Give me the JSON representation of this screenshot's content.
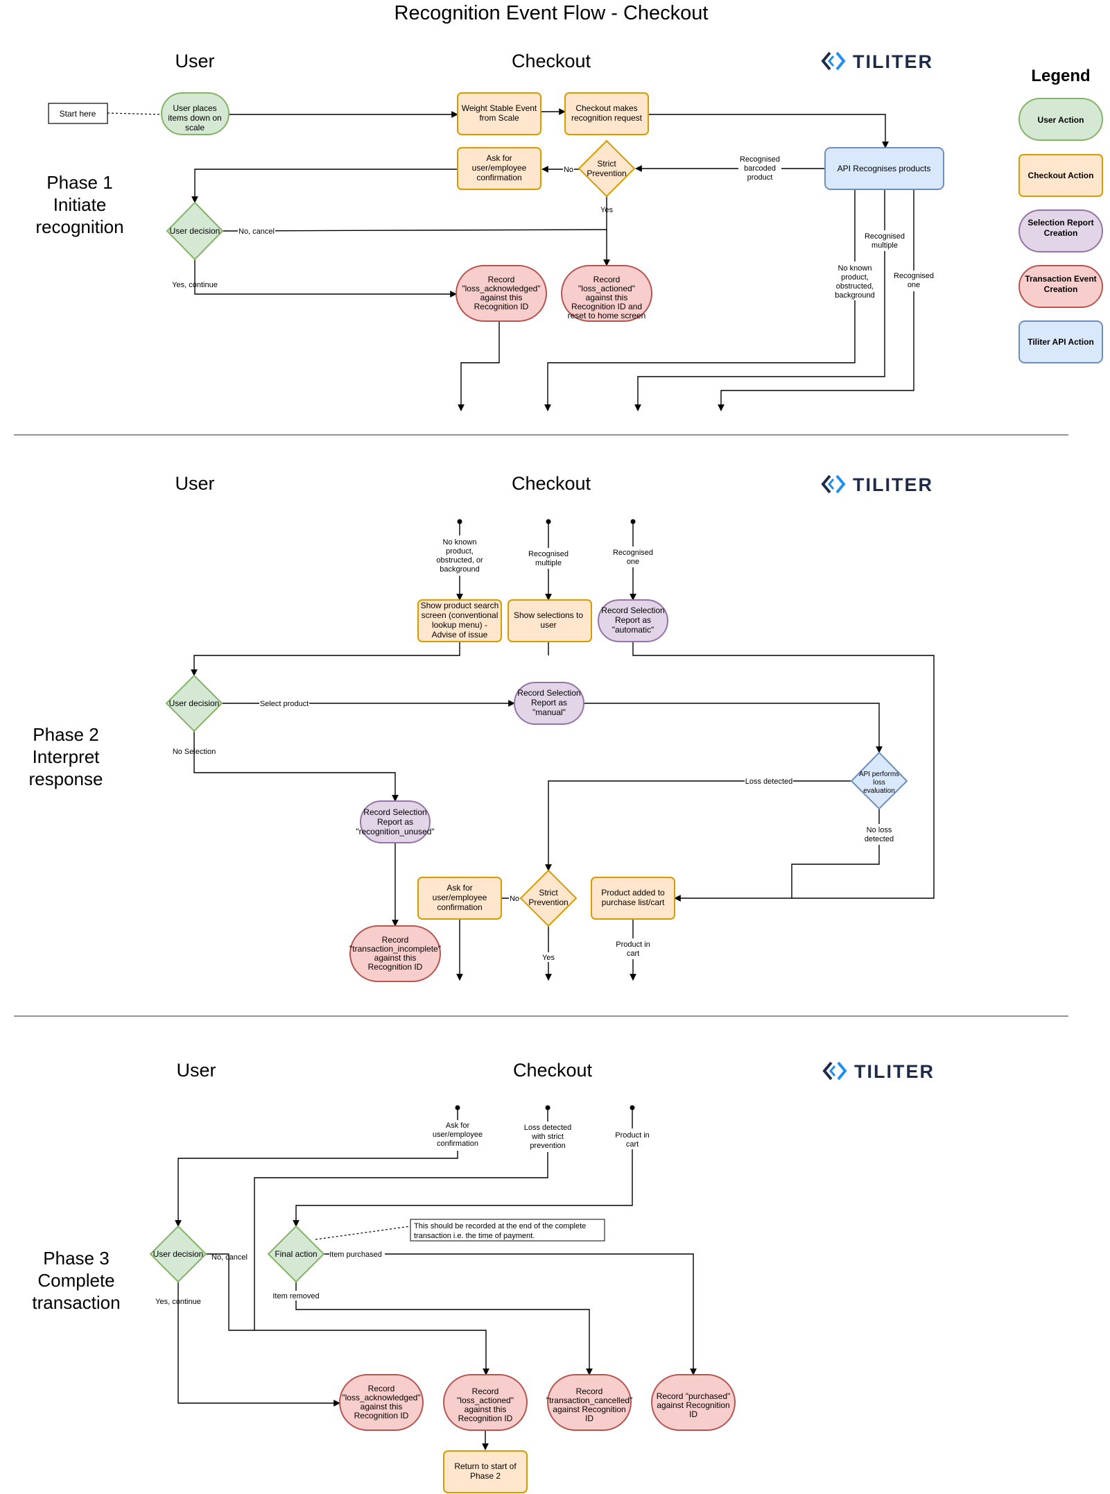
{
  "diagram_title": "Recognition Event Flow - Checkout",
  "brand": "TILITER",
  "columns": {
    "user": "User",
    "checkout": "Checkout"
  },
  "legend": {
    "heading": "Legend",
    "items": [
      {
        "label": "User Action",
        "color": "#d5e8d4",
        "stroke": "#82b366"
      },
      {
        "label": "Checkout Action",
        "color": "#ffe6cc",
        "stroke": "#d79b00"
      },
      {
        "label": "Selection Report Creation",
        "color": "#e1d5e7",
        "stroke": "#9673a6"
      },
      {
        "label": "Transaction Event Creation",
        "color": "#f8cecc",
        "stroke": "#b85450"
      },
      {
        "label": "Tiliter API Action",
        "color": "#dae8fc",
        "stroke": "#6c8ebf"
      }
    ]
  },
  "phases": [
    {
      "title": "Phase 1 Initiate recognition"
    },
    {
      "title": "Phase 2 Interpret response"
    },
    {
      "title": "Phase 3 Complete transaction"
    }
  ],
  "nodes": {
    "start_here": "Start here",
    "p1_user_places": "User places items down on scale",
    "p1_weight_stable": "Weight Stable Event from Scale",
    "p1_checkout_request": "Checkout makes recognition request",
    "p1_api_recognises": "API Recognises products",
    "p1_strict_prevention": "Strict Prevention",
    "p1_ask_confirm": "Ask for user/employee confirmation",
    "p1_user_decision": "User decision",
    "p1_record_loss_ack": "Record \"loss_acknowledged\" against this Recognition ID",
    "p1_record_loss_actioned": "Record \"loss_actioned\" against this Recognition ID and reset to home screen",
    "p2_show_search": "Show product search screen (conventional lookup menu) - Advise of issue",
    "p2_show_selections": "Show selections to user",
    "p2_record_automatic": "Record Selection Report as \"automatic\"",
    "p2_user_decision": "User decision",
    "p2_record_manual": "Record Selection Report as \"manual\"",
    "p2_api_loss_eval": "API performs loss evaluation",
    "p2_record_unused": "Record Selection Report as \"recognition_unused\"",
    "p2_ask_confirm": "Ask for user/employee confirmation",
    "p2_strict_prevention": "Strict Prevention",
    "p2_product_added": "Product added to purchase list/cart",
    "p2_record_incomplete": "Record \"transaction_incomplete\" against this Recognition ID",
    "p3_user_decision": "User decision",
    "p3_final_action": "Final action",
    "p3_note": "This should be recorded at the end of the complete transaction i.e. the time of payment.",
    "p3_record_loss_ack": "Record \"loss_acknowledged\" against this Recognition ID",
    "p3_record_loss_actioned": "Record \"loss_actioned\" against this Recognition ID",
    "p3_record_cancelled": "Record \"transaction_cancelled\" against Recognition ID",
    "p3_record_purchased": "Record \"purchased\" against Recognition ID",
    "p3_return_phase2": "Return to start of Phase 2"
  },
  "edge_labels": {
    "p1_no": "No",
    "p1_yes": "Yes",
    "p1_barcoded": "Recognised barcoded product",
    "p1_no_cancel": "No, cancel",
    "p1_yes_continue": "Yes, continue",
    "p1_no_known": "No known product, obstructed, background",
    "p1_multiple": "Recognised multiple",
    "p1_one": "Recognised one",
    "p2_in_no_known": "No known product, obstructed, or background",
    "p2_in_multiple": "Recognised multiple",
    "p2_in_one": "Recognised one",
    "p2_select_product": "Select product",
    "p2_no_selection": "No Selection",
    "p2_loss_detected": "Loss detected",
    "p2_no_loss": "No loss detected",
    "p2_no": "No",
    "p2_yes": "Yes",
    "p2_product_in_cart": "Product in cart",
    "p3_in_ask": "Ask for user/employee confirmation",
    "p3_in_loss_strict": "Loss detected with strict prevention",
    "p3_in_cart": "Product in cart",
    "p3_no_cancel": "No, cancel",
    "p3_yes_continue": "Yes, continue",
    "p3_item_purchased": "Item purchased",
    "p3_item_removed": "Item removed"
  }
}
